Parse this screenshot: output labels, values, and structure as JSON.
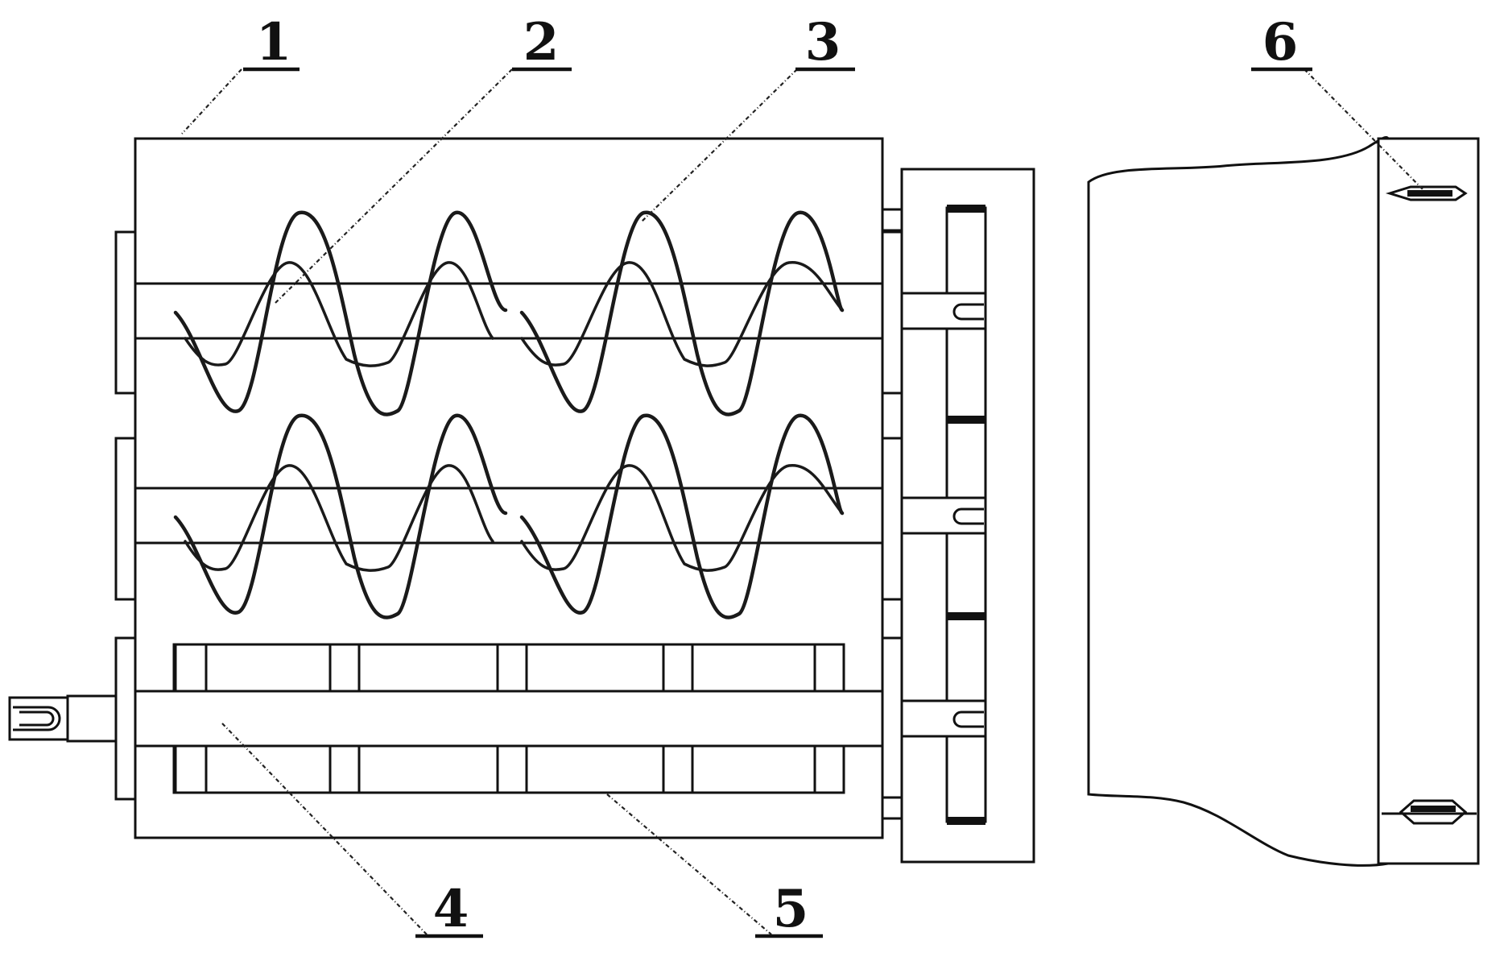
{
  "diagram": {
    "callouts": [
      {
        "id": "1",
        "label": "1"
      },
      {
        "id": "2",
        "label": "2"
      },
      {
        "id": "3",
        "label": "3"
      },
      {
        "id": "4",
        "label": "4"
      },
      {
        "id": "5",
        "label": "5"
      },
      {
        "id": "6",
        "label": "6"
      }
    ],
    "colors": {
      "stroke": "#111111",
      "background": "#ffffff"
    }
  }
}
